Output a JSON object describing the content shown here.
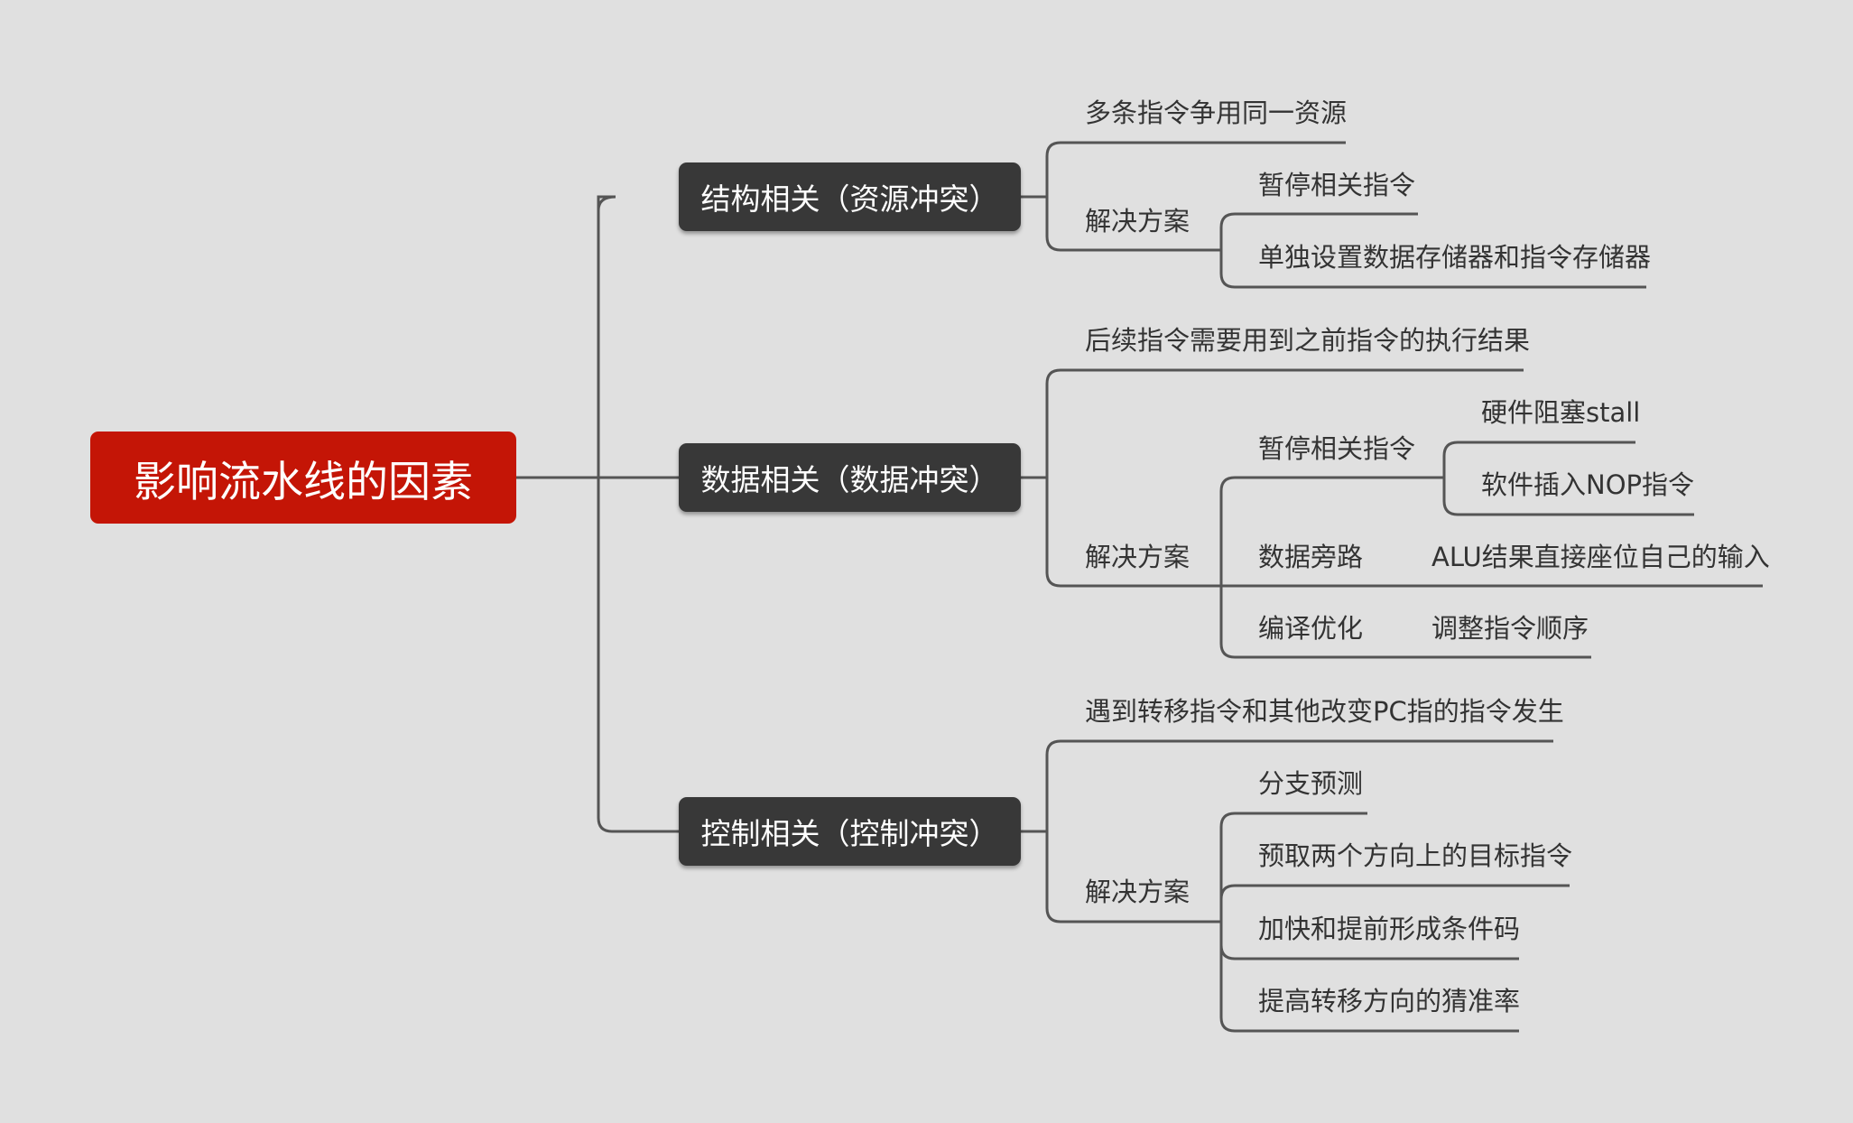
{
  "root": {
    "label": "影响流水线的因素",
    "color": "#c41506"
  },
  "branch_color": "#383838",
  "line_color": "#555555",
  "branches": [
    {
      "label": "结构相关（资源冲突）",
      "cause": "多条指令争用同一资源",
      "solution_label": "解决方案",
      "solutions": [
        "暂停相关指令",
        "单独设置数据存储器和指令存储器"
      ]
    },
    {
      "label": "数据相关（数据冲突）",
      "cause": "后续指令需要用到之前指令的执行结果",
      "solution_label": "解决方案",
      "solutions": [
        {
          "label": "暂停相关指令",
          "children": [
            "硬件阻塞stall",
            "软件插入NOP指令"
          ]
        },
        {
          "label": "数据旁路",
          "children": [
            "ALU结果直接座位自己的输入"
          ]
        },
        {
          "label": "编译优化",
          "children": [
            "调整指令顺序"
          ]
        }
      ]
    },
    {
      "label": "控制相关（控制冲突）",
      "cause": "遇到转移指令和其他改变PC指的指令发生",
      "solution_label": "解决方案",
      "solutions": [
        "分支预测",
        "预取两个方向上的目标指令",
        "加快和提前形成条件码",
        "提高转移方向的猜准率"
      ]
    }
  ]
}
